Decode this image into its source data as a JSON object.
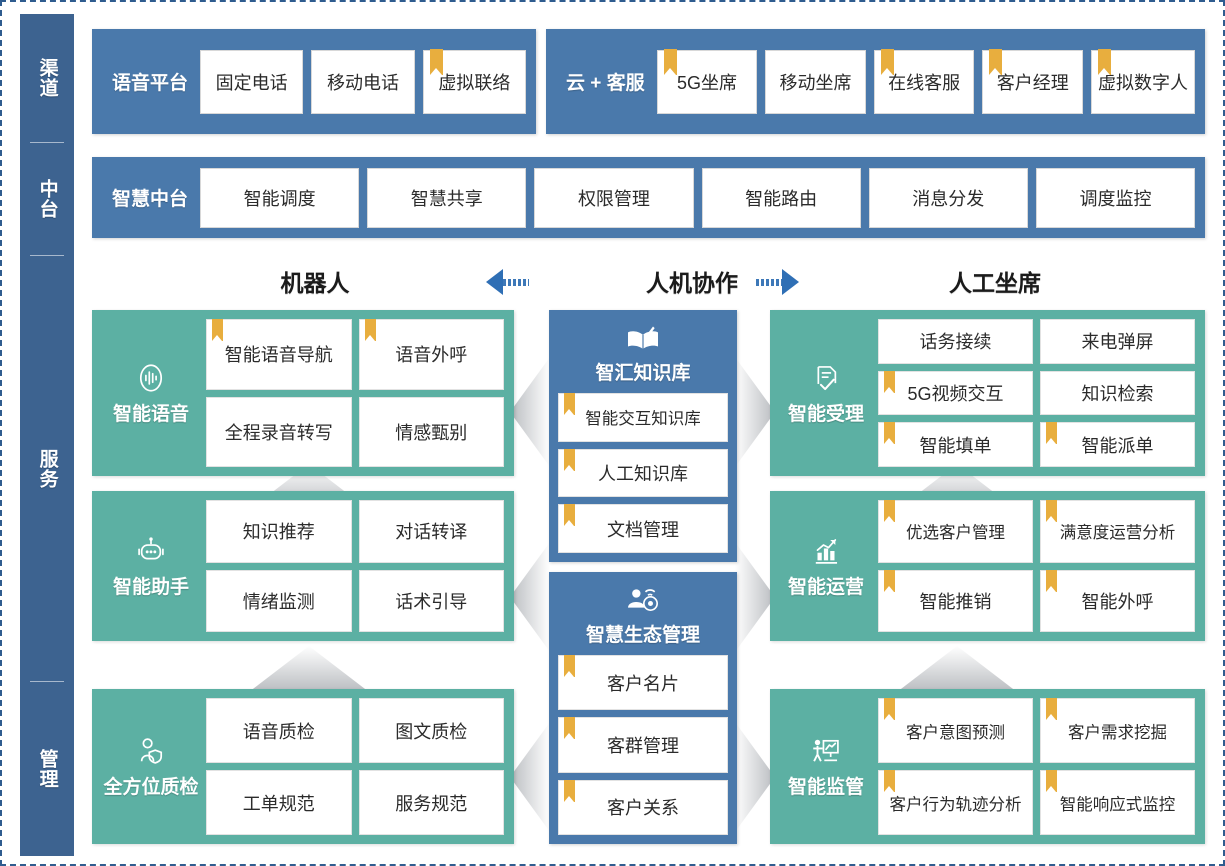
{
  "colors": {
    "blue": "#4a79ab",
    "rail_blue": "#3d6390",
    "green": "#5cb0a3",
    "ribbon_gold": "#e8ae3e",
    "arrow_blue": "#2f6fb5",
    "border_dash": "#2f5c8f"
  },
  "rail": {
    "segments": [
      {
        "label": "渠道"
      },
      {
        "label": "中台"
      },
      {
        "label": "服务"
      },
      {
        "label": "管理"
      }
    ]
  },
  "channel": {
    "voice_platform": {
      "title": "语音平台",
      "items": [
        {
          "label": "固定电话",
          "ribbon": false
        },
        {
          "label": "移动电话",
          "ribbon": false
        },
        {
          "label": "虚拟联络",
          "ribbon": true
        }
      ]
    },
    "cloud_service": {
      "title": "云 + 客服",
      "items": [
        {
          "label": "5G坐席",
          "ribbon": true
        },
        {
          "label": "移动坐席",
          "ribbon": false
        },
        {
          "label": "在线客服",
          "ribbon": true
        },
        {
          "label": "客户经理",
          "ribbon": true
        },
        {
          "label": "虚拟数字人",
          "ribbon": true
        }
      ]
    }
  },
  "midplatform": {
    "title": "智慧中台",
    "items": [
      {
        "label": "智能调度",
        "ribbon": false
      },
      {
        "label": "智慧共享",
        "ribbon": false
      },
      {
        "label": "权限管理",
        "ribbon": false
      },
      {
        "label": "智能路由",
        "ribbon": false
      },
      {
        "label": "消息分发",
        "ribbon": false
      },
      {
        "label": "调度监控",
        "ribbon": false
      }
    ]
  },
  "tier_header": {
    "left": "机器人",
    "center": "人机协作",
    "right": "人工坐席"
  },
  "left_modules": [
    {
      "title": "智能语音",
      "icon": "voice-wave-icon",
      "cells": [
        {
          "label": "智能语音导航",
          "ribbon": true
        },
        {
          "label": "语音外呼",
          "ribbon": true
        },
        {
          "label": "全程录音转写",
          "ribbon": false
        },
        {
          "label": "情感甄别",
          "ribbon": false
        }
      ]
    },
    {
      "title": "智能助手",
      "icon": "robot-icon",
      "cells": [
        {
          "label": "知识推荐",
          "ribbon": false
        },
        {
          "label": "对话转译",
          "ribbon": false
        },
        {
          "label": "情绪监测",
          "ribbon": false
        },
        {
          "label": "话术引导",
          "ribbon": false
        }
      ]
    },
    {
      "title": "全方位质检",
      "icon": "person-shield-icon",
      "cells": [
        {
          "label": "语音质检",
          "ribbon": false
        },
        {
          "label": "图文质检",
          "ribbon": false
        },
        {
          "label": "工单规范",
          "ribbon": false
        },
        {
          "label": "服务规范",
          "ribbon": false
        }
      ]
    }
  ],
  "center_modules": [
    {
      "title": "智汇知识库",
      "icon": "open-book-icon",
      "cells": [
        {
          "label": "智能交互知识库",
          "ribbon": true
        },
        {
          "label": "人工知识库",
          "ribbon": true
        },
        {
          "label": "文档管理",
          "ribbon": true
        }
      ]
    },
    {
      "title": "智慧生态管理",
      "icon": "user-network-icon",
      "cells": [
        {
          "label": "客户名片",
          "ribbon": true
        },
        {
          "label": "客群管理",
          "ribbon": true
        },
        {
          "label": "客户关系",
          "ribbon": true
        }
      ]
    }
  ],
  "right_modules": [
    {
      "title": "智能受理",
      "icon": "document-check-icon",
      "cells": [
        {
          "label": "话务接续",
          "ribbon": false
        },
        {
          "label": "来电弹屏",
          "ribbon": false
        },
        {
          "label": "5G视频交互",
          "ribbon": true
        },
        {
          "label": "知识检索",
          "ribbon": false
        },
        {
          "label": "智能填单",
          "ribbon": true
        },
        {
          "label": "智能派单",
          "ribbon": true
        }
      ]
    },
    {
      "title": "智能运营",
      "icon": "bar-chart-up-icon",
      "cells": [
        {
          "label": "优选客户管理",
          "ribbon": true
        },
        {
          "label": "满意度运营分析",
          "ribbon": true
        },
        {
          "label": "智能推销",
          "ribbon": true
        },
        {
          "label": "智能外呼",
          "ribbon": true
        }
      ]
    },
    {
      "title": "智能监管",
      "icon": "presentation-person-icon",
      "cells": [
        {
          "label": "客户意图预测",
          "ribbon": true
        },
        {
          "label": "客户需求挖掘",
          "ribbon": true
        },
        {
          "label": "客户行为轨迹分析",
          "ribbon": true
        },
        {
          "label": "智能响应式监控",
          "ribbon": true
        }
      ]
    }
  ]
}
